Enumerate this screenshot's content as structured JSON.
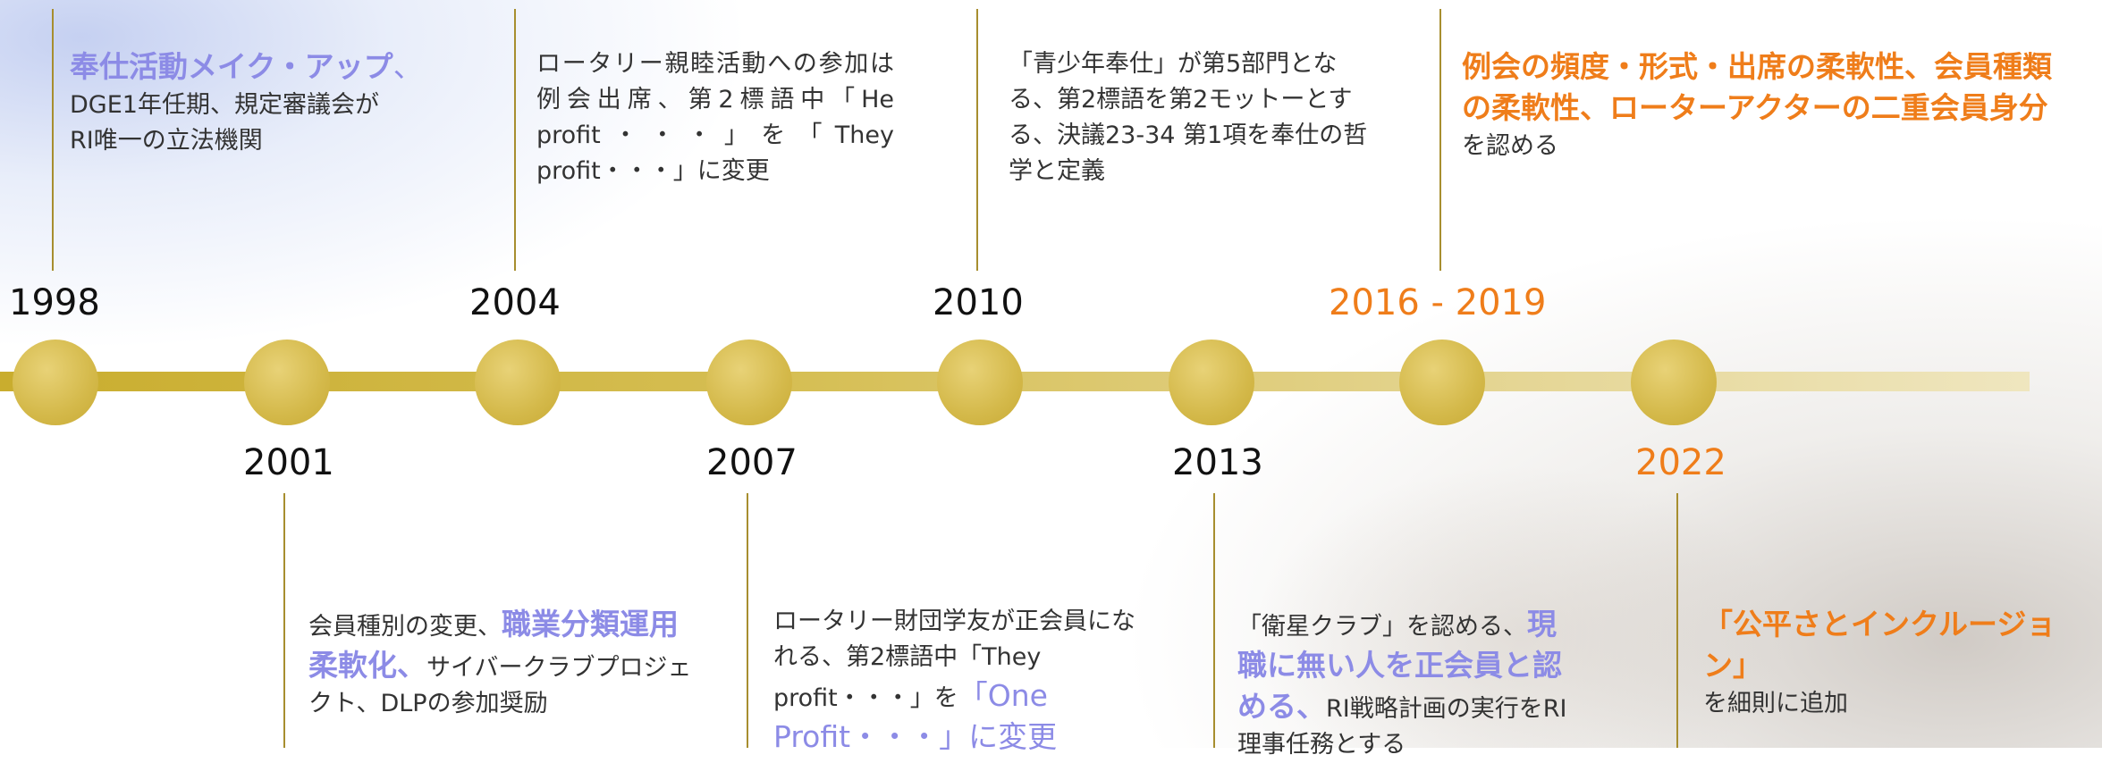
{
  "events": [
    {
      "year": "1998",
      "seg": [
        "奉仕活動メイク・アップ",
        "、",
        "DGE1年任期、規定審議会が",
        "RI唯一の立法機関"
      ]
    },
    {
      "year": "2001",
      "seg": [
        "会員種別の変更、",
        "職業分類運用柔軟化、",
        "サイバークラブプロジェクト、DLPの参加奨励"
      ]
    },
    {
      "year": "2004",
      "seg": [
        "ロータリー親睦活動への参加は例会出席、第2標語中「He profit・・・」を「They profit・・・」に変更"
      ]
    },
    {
      "year": "2007",
      "seg": [
        "ロータリー財団学友が正会員になれる、第2標語中「They profit・・・」を",
        "「One Profit・・・」に変更"
      ]
    },
    {
      "year": "2010",
      "seg": [
        "「青少年奉仕」が第5部門となる、第2標語を第2モットーとする、決議23-34 第1項を奉仕の哲学と定義"
      ]
    },
    {
      "year": "2013",
      "seg": [
        "「衛星クラブ」を認める、",
        "現職に無い人を正会員と認める、",
        "RI戦略計画の実行をRI理事任務とする"
      ]
    },
    {
      "year": "2016 - 2019",
      "seg": [
        "例会の頻度・形式・出席の柔軟性、会員種類の柔軟性、ローターアクターの二重会員身分",
        "を認める"
      ]
    },
    {
      "year": "2022",
      "seg": [
        "「公平さとインクルージョン」",
        "を細則に追加"
      ]
    }
  ],
  "colors": {
    "accent_orange": "#ef7d1a",
    "accent_blue": "#8c8be6",
    "gold": "#c9ad2e"
  }
}
